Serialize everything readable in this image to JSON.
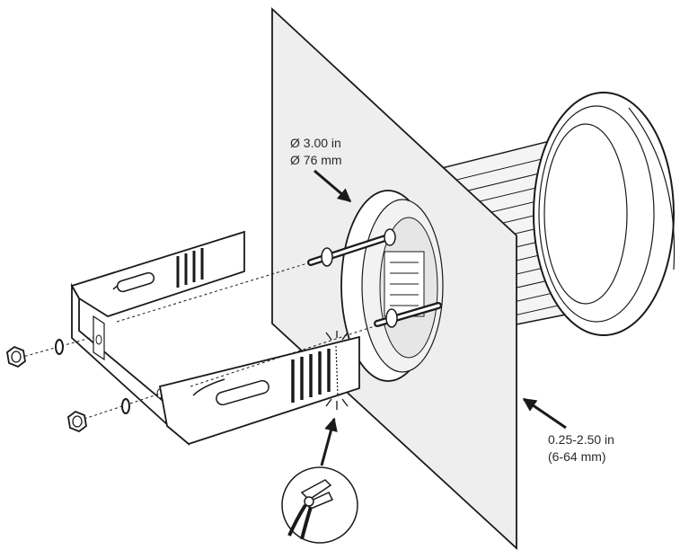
{
  "callouts": {
    "hole_diameter_in": "Ø 3.00 in",
    "hole_diameter_mm": "Ø 76 mm",
    "panel_thickness_in": "0.25-2.50 in",
    "panel_thickness_mm": "(6-64 mm)"
  },
  "colors": {
    "stroke": "#1a1a1a",
    "panel_fill": "#eeeeee",
    "bracket_fill": "#ffffff",
    "background": "#ffffff"
  },
  "icons": [
    "hex-nut-icon",
    "lock-washer-icon",
    "cutting-pliers-icon",
    "callout-arrow-icon"
  ]
}
